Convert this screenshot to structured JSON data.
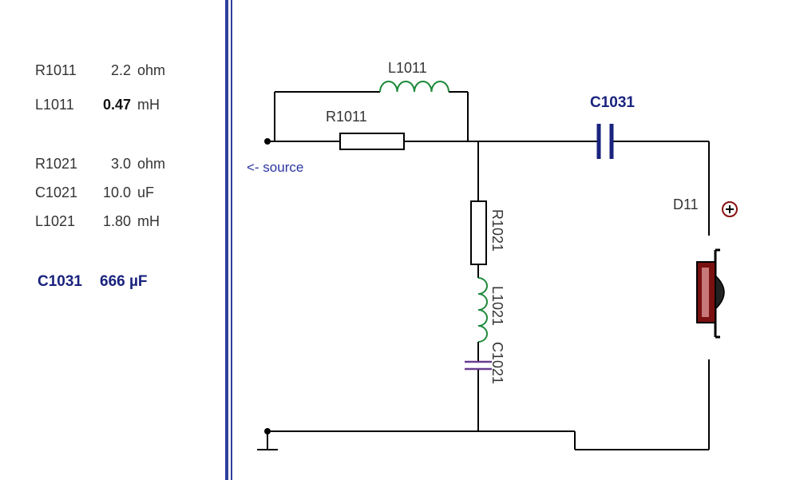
{
  "parameters": [
    {
      "name": "R1011",
      "value": "2.2",
      "unit": "ohm"
    },
    {
      "name": "L1011",
      "value": "0.47",
      "unit": "mH"
    },
    {
      "name": "R1021",
      "value": "3.0",
      "unit": "ohm"
    },
    {
      "name": "C1021",
      "value": "10.0",
      "unit": "uF"
    },
    {
      "name": "L1021",
      "value": "1.80",
      "unit": "mH"
    }
  ],
  "c1031_param": {
    "name": "C1031",
    "value": "666 µF"
  },
  "schematic": {
    "l1011_label": "L1011",
    "r1011_label": "R1011",
    "c1031_label": "C1031",
    "source_label": "<- source",
    "d11_label": "D11",
    "r1021_label": "R1021",
    "l1021_label": "L1021",
    "c1021_label": "C1021"
  },
  "colors": {
    "wire": "#000000",
    "accent_blue": "#1a237e",
    "inductor_green": "#1d8a3a",
    "capacitor_purple": "#6a3d8f",
    "divider": "#2f3f9e"
  }
}
